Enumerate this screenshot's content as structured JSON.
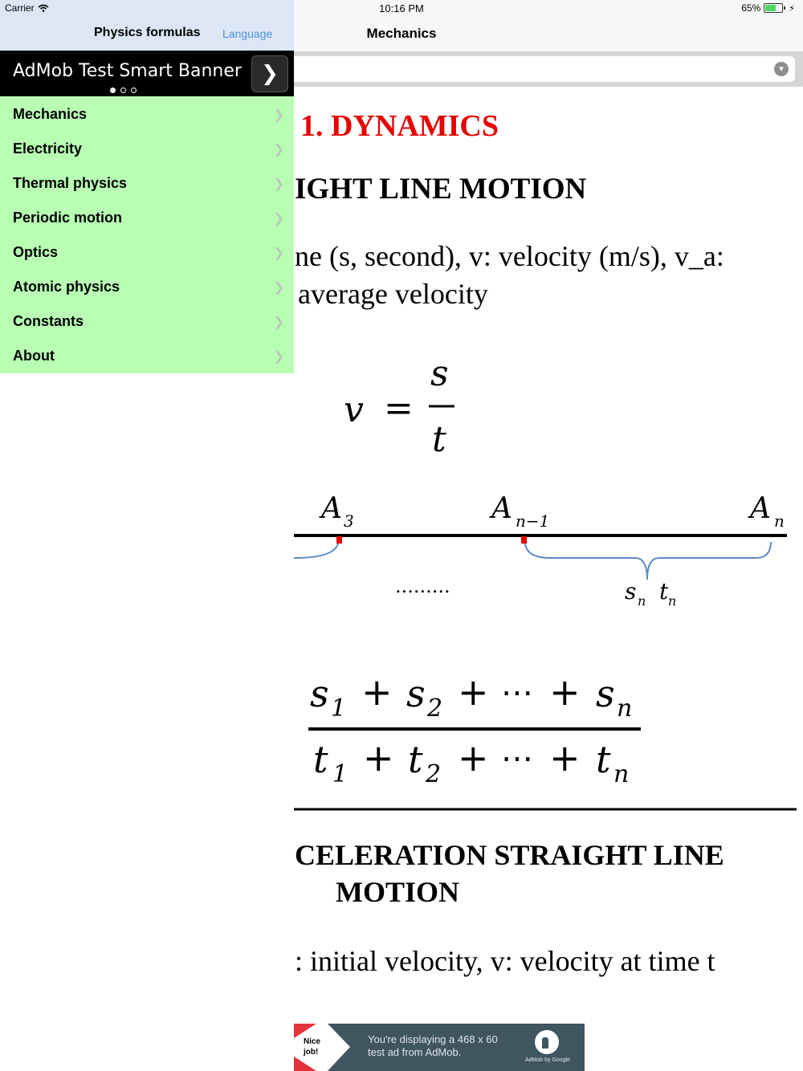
{
  "status_bar": {
    "carrier": "Carrier",
    "time": "10:16 PM",
    "battery": "65%"
  },
  "drawer": {
    "title": "Physics formulas",
    "language_link": "Language",
    "banner": {
      "text": "AdMob Test Smart Banner",
      "next_glyph": "❯"
    },
    "menu": [
      {
        "label": "Mechanics"
      },
      {
        "label": "Electricity"
      },
      {
        "label": "Thermal physics"
      },
      {
        "label": "Periodic motion"
      },
      {
        "label": "Optics"
      },
      {
        "label": "Atomic physics"
      },
      {
        "label": "Constants"
      },
      {
        "label": "About"
      }
    ],
    "colors": {
      "background": "#b8ffb4",
      "nav": "#dce6f5",
      "banner": "#000000",
      "link": "#4a90e2"
    }
  },
  "main": {
    "title": "Mechanics",
    "document": {
      "section_title": "1. DYNAMICS",
      "heading_1": "IGHT LINE MOTION",
      "para_1_line_1": "ne (s, second), v: velocity (m/s), v_a:",
      "para_1_line_2": "average velocity",
      "heading_2_line_1": "CELERATION STRAIGHT LINE",
      "heading_2_line_2": "MOTION",
      "para_2": ": initial velocity, v: velocity at time t",
      "accent_color": "#e60000"
    },
    "formula_1": {
      "lhs": "v",
      "eq": "=",
      "num": "s",
      "den": "t"
    },
    "diagram": {
      "labels": {
        "a3": "A",
        "a3_sub": "3",
        "an1": "A",
        "an1_sub": "n−1",
        "an": "A",
        "an_sub": "n",
        "dots": ".........",
        "segment": "s",
        "segment_sub": "n",
        "segment_t": "t",
        "segment_t_sub": "n"
      }
    },
    "formula_2": {
      "numerator": [
        "s",
        "1",
        "+",
        "s",
        "2",
        "+",
        "⋯",
        "+",
        "s",
        "n"
      ],
      "denominator": [
        "t",
        "1",
        "+",
        "t",
        "2",
        "+",
        "⋯",
        "+",
        "t",
        "n"
      ]
    },
    "ad": {
      "badge": "Nice job!",
      "badge_line_1": "Nice",
      "badge_line_2": "job!",
      "line_1": "You're displaying a 468 x 60",
      "line_2": "test ad from AdMob.",
      "brand": "AdMob by Google"
    }
  }
}
